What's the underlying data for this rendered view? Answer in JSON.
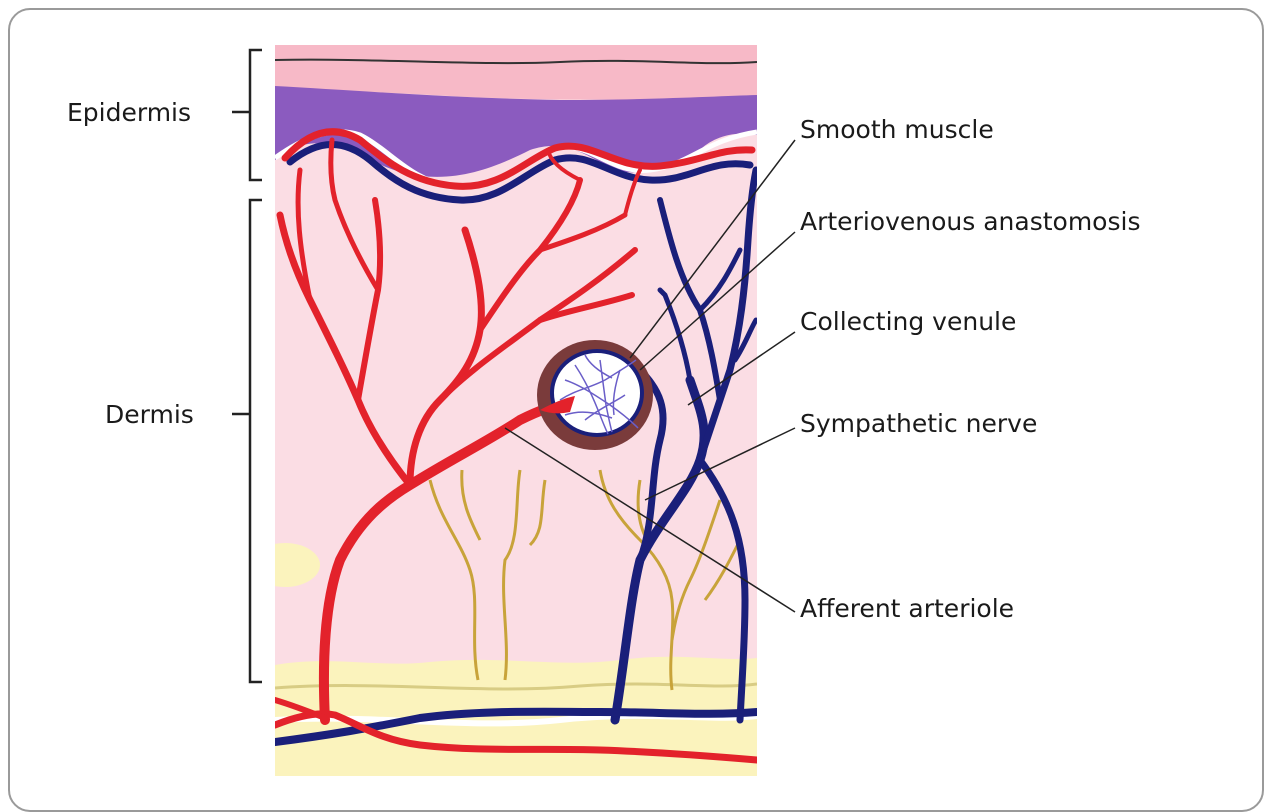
{
  "labels": {
    "epidermis": "Epidermis",
    "dermis": "Dermis",
    "smooth_muscle": "Smooth muscle",
    "arteriovenous_anastomosis": "Arteriovenous anastomosis",
    "collecting_venule": "Collecting venule",
    "sympathetic_nerve": "Sympathetic nerve",
    "afferent_arteriole": "Afferent arteriole"
  },
  "colors": {
    "artery": "#e3222b",
    "vein": "#1a1f7a",
    "nerve": "#c8a33a",
    "dermis": "#fbdde4",
    "epidermis_outer": "#f7b9c7",
    "epidermis_basal": "#8b5bbf",
    "fat": "#fbf3bd",
    "anastomosis_ring": "#7a3b3b"
  }
}
